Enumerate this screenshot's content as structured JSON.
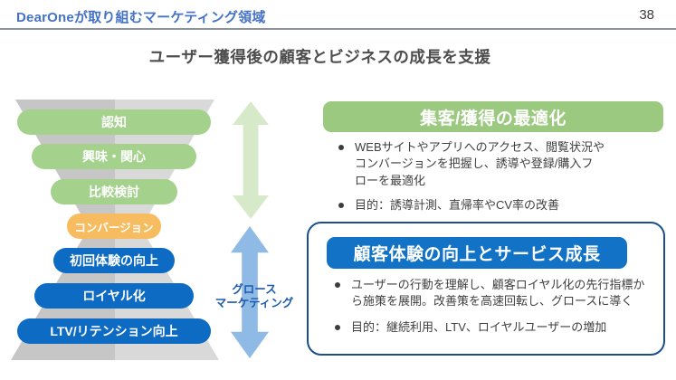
{
  "header": {
    "title": "DearOneが取り組むマーケティング領域",
    "page_number": "38"
  },
  "slide_title": "ユーザー獲得後の顧客とビジネスの成長を支援",
  "funnel": {
    "stages": [
      {
        "label": "認知",
        "color": "#a4d18c"
      },
      {
        "label": "興味・関心",
        "color": "#a4d18c"
      },
      {
        "label": "比較検討",
        "color": "#a4d18c"
      },
      {
        "label": "コンバージョン",
        "color": "#f8bc60"
      },
      {
        "label": "初回体験の向上",
        "color": "#0d6bc4"
      },
      {
        "label": "ロイヤル化",
        "color": "#0d6bc4"
      },
      {
        "label": "LTV/リテンション向上",
        "color": "#0d6bc4"
      }
    ]
  },
  "growth_arrow_label": {
    "line1": "グロース",
    "line2": "マーケティング"
  },
  "acquisition_section": {
    "title": "集客/獲得の最適化",
    "bullets": [
      "WEBサイトやアプリへのアクセス、閲覧状況やコンバージョンを把握し、誘導や登録/購入フローを最適化",
      "目的：誘導計測、直帰率やCV率の改善"
    ]
  },
  "growth_section": {
    "title": "顧客体験の向上とサービス成長",
    "bullets": [
      "ユーザーの行動を理解し、顧客ロイヤル化の先行指標から施策を展開。改善策を高速回転し、グロースに導く",
      "目的：継続利用、LTV、ロイヤルユーザーの増加"
    ]
  },
  "colors": {
    "header_title_blue": "#4472c4",
    "funnel_green": "#a4d18c",
    "funnel_orange": "#f8bc60",
    "funnel_blue": "#0d6bc4",
    "funnel_gray_left": "#c6c6c6",
    "funnel_gray_right": "#d9d9d9",
    "arrow_green": "#d6e9c8",
    "arrow_blue": "#8fbae5",
    "section_green": "#9cc980",
    "section_blue": "#1272c6",
    "box_border_blue": "#1a4f8f"
  }
}
